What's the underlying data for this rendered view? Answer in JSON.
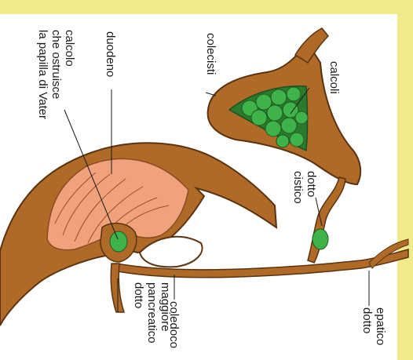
{
  "labels": {
    "colecisti": "colecisti",
    "calcoli": "calcoli",
    "duodeno": "duodeno",
    "calcolo": [
      "calcolo",
      "che ostruisce",
      "la papilla di Vater"
    ],
    "dotto_cistico": [
      "dotto",
      "cistico"
    ],
    "dotto_pancreatico": [
      "dotto",
      "pancreatico",
      "maggiore"
    ],
    "coledoco": "coledoco",
    "dotto_epatico": [
      "dotto",
      "epatico"
    ]
  },
  "colors": {
    "border_yellow": "#f1ea8a",
    "organ_brown": "#b06a28",
    "organ_outline": "#5a3210",
    "mucosa_pink": "#f0a27c",
    "stone_green": "#35a83a",
    "lumen_white": "#ffffff"
  }
}
